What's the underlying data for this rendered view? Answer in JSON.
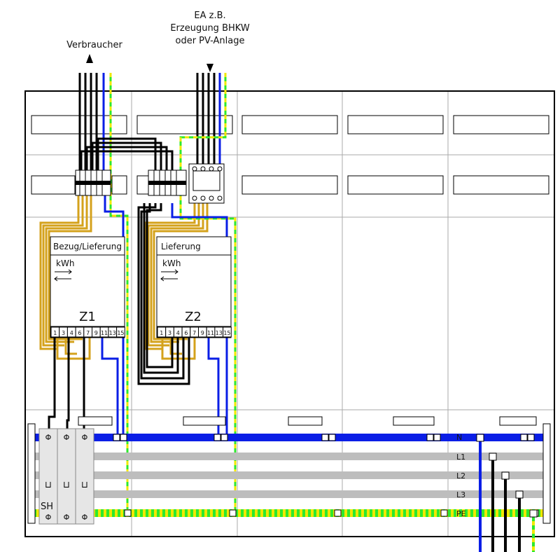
{
  "labels": {
    "consumer": "Verbraucher",
    "generator_line1": "EA z.B.",
    "generator_line2": "Erzeugung BHKW",
    "generator_line3": "oder PV-Anlage"
  },
  "meters": [
    {
      "title": "Bezug/Lieferung",
      "unit": "kWh",
      "id": "Z1"
    },
    {
      "title": "Lieferung",
      "unit": "kWh",
      "id": "Z2"
    }
  ],
  "meter_terminals": [
    "1",
    "3",
    "4",
    "6",
    "7",
    "9",
    "11",
    "13",
    "15"
  ],
  "busbars": {
    "n": "N",
    "l1": "L1",
    "l2": "L2",
    "l3": "L3",
    "pe": "PE"
  },
  "main_switch": {
    "label": "SH"
  },
  "colors": {
    "neutral": "#0a1ee6",
    "phase": "#000000",
    "pe_green": "#2ee82e",
    "pe_yellow": "#f0e800",
    "meter_wire": "#d4a21c",
    "busbar_grey": "#bdbdbd",
    "cabinet_line": "#000000"
  }
}
